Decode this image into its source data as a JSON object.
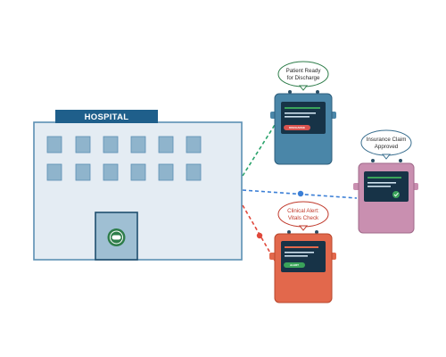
{
  "hospital": {
    "sign": "HOSPITAL"
  },
  "devices": [
    {
      "id": "discharge",
      "bubble_lines": [
        "Patient Ready",
        "for Discharge"
      ],
      "screen_badge": "DISCHARGE",
      "body_color": "#4a86a8",
      "bubble_border": "#2e7d4a",
      "badge_color": "#d9534f",
      "link_color": "#2aa36b"
    },
    {
      "id": "insurance",
      "bubble_lines": [
        "Insurance Claim",
        "Approved"
      ],
      "screen_badge": "",
      "body_color": "#c98fb0",
      "bubble_border": "#3a6f8f",
      "badge_color": "#3aa35a",
      "link_color": "#3b7fd6"
    },
    {
      "id": "alert",
      "bubble_lines": [
        "Clinical Alert:",
        "Vitals Check"
      ],
      "screen_badge": "ALERT",
      "body_color": "#e2684c",
      "bubble_border": "#c0392b",
      "badge_color": "#3aa35a",
      "link_color": "#e0483b"
    }
  ],
  "colors": {
    "building_fill": "#e4ecf3",
    "building_stroke": "#5b8fb3",
    "sign_fill": "#1f5f8b",
    "window_fill": "#8fb4cc",
    "door_fill": "#9fbfd3",
    "door_stroke": "#1f4f6f",
    "logo_fill": "#2e7d4a"
  }
}
